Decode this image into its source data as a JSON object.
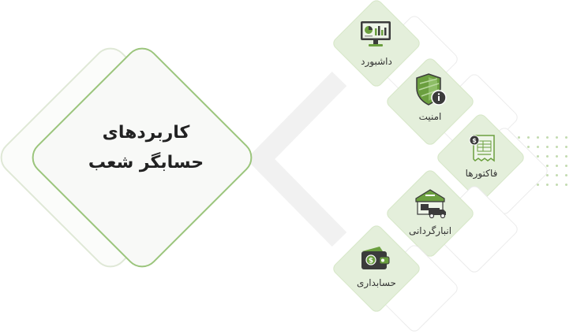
{
  "center": {
    "title_line1": "کاربردهای",
    "title_line2": "حسابگر شعب"
  },
  "items": [
    {
      "label": "داشبورد",
      "icon": "monitor-dashboard-icon"
    },
    {
      "label": "امنیت",
      "icon": "shield-info-icon"
    },
    {
      "label": "فاکتورها",
      "icon": "invoice-icon"
    },
    {
      "label": "انبارگردانی",
      "icon": "warehouse-truck-icon"
    },
    {
      "label": "حسابداری",
      "icon": "wallet-coin-icon"
    }
  ],
  "colors": {
    "accent": "#6b9f3f",
    "accent_light": "#9bc57c",
    "card_fill": "#e4efdb",
    "text": "#222222"
  }
}
